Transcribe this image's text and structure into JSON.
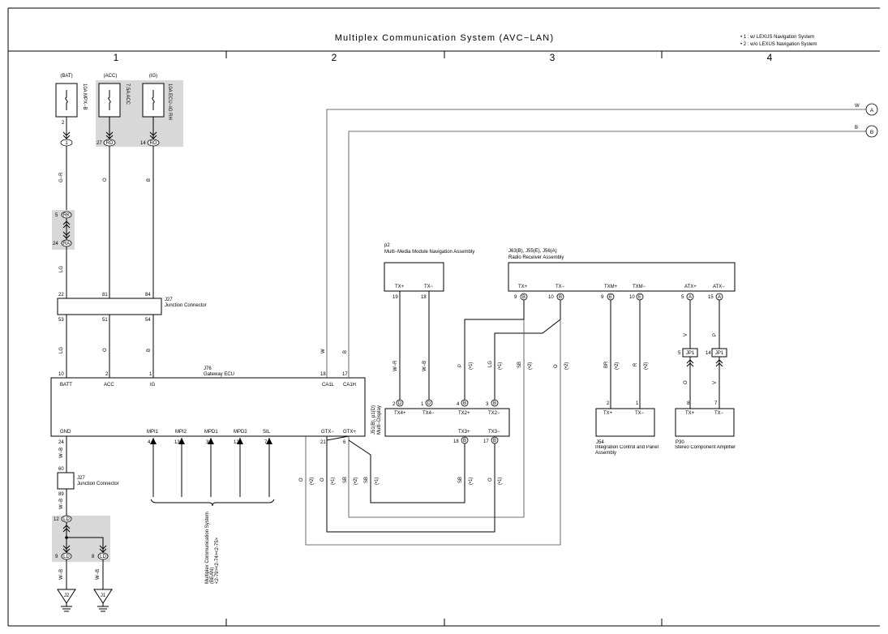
{
  "title": "Multiplex Communication System (AVC−LAN)",
  "notes": [
    "• 1 : w/ LEXUS Navigation System",
    "• 2 : w/o LEXUS Navigation System"
  ],
  "columns": [
    "1",
    "2",
    "3",
    "4"
  ],
  "fuses": [
    {
      "source": "(BAT)",
      "name": "10A MPX−B"
    },
    {
      "source": "(ACC)",
      "name": "7.5A ACC"
    },
    {
      "source": "(IG)",
      "name": "10A ECU−IG RH"
    }
  ],
  "components": {
    "gateway": {
      "id": "J76",
      "name": "Gateway ECU",
      "top_pins": [
        "BATT",
        "ACC",
        "IG",
        "CA1L",
        "CA1H"
      ],
      "top_nums": [
        "10",
        "2",
        "1",
        "18",
        "17"
      ],
      "bottom_pins": [
        "GND",
        "MPI1",
        "MPI2",
        "MPD1",
        "MPD2",
        "SIL",
        "GTX−",
        "GTX+"
      ],
      "bottom_nums": [
        "24",
        "4",
        "13",
        "3",
        "12",
        "7",
        "21",
        "6"
      ]
    },
    "j27a": {
      "id": "J27",
      "name": "Junction Connector"
    },
    "j27b": {
      "id": "J27",
      "name": "Junction Connector"
    },
    "p2": {
      "id": "p2",
      "name": "Multi−Media Module Navigation Assembly",
      "pins": [
        "TX+",
        "TX−"
      ],
      "nums": [
        "19",
        "18"
      ]
    },
    "radio": {
      "id": "J63(B), J55(E), J56(A)",
      "name": "Radio Receiver Assembly",
      "pins": [
        "TX+",
        "TX−",
        "TXM+",
        "TXM−",
        "ATX+",
        "ATX−"
      ],
      "nums": [
        "9",
        "10",
        "9",
        "10",
        "5",
        "15"
      ],
      "conns": [
        "B",
        "B",
        "E",
        "E",
        "A",
        "A"
      ]
    },
    "display": {
      "id": "J51(B), p1(D)",
      "name": "Multi−Display",
      "top_pins": [
        "TX4+",
        "TX4−",
        "TX2+",
        "TX2−"
      ],
      "top_nums": [
        "2",
        "1",
        "4",
        "3"
      ],
      "top_conns": [
        "D",
        "D",
        "B",
        "B"
      ],
      "bottom_pins": [
        "TX3+",
        "TX3−"
      ],
      "bottom_nums": [
        "18",
        "17"
      ],
      "bottom_conns": [
        "B",
        "B"
      ]
    },
    "j54": {
      "id": "J54",
      "name": "Integration Control and Panel Assembly",
      "pins": [
        "TX+",
        "TX−"
      ],
      "nums": [
        "2",
        "1"
      ]
    },
    "p30": {
      "id": "P30",
      "name": "Stereo Component Amplifier",
      "pins": [
        "TX+",
        "TX−"
      ],
      "nums": [
        "8",
        "7"
      ]
    }
  },
  "junction_pins": {
    "j27a_top": [
      "22",
      "81",
      "84"
    ],
    "j27a_bot": [
      "53",
      "51",
      "54"
    ],
    "j27b": [
      "60",
      "89"
    ]
  },
  "connectors": {
    "c1": "1",
    "rd1": "27",
    "rd2": "14",
    "rk": "5",
    "ra": "24",
    "ld1": "12",
    "ld2": "9",
    "ld3": "8",
    "jp1a": "5",
    "jp1b": "14",
    "jp1_num_a": "8",
    "jp1_num_b": "7"
  },
  "conn_labels": {
    "c1": "1",
    "rd": "RD",
    "rk": "RK",
    "ra": "RA",
    "ld": "LD",
    "jp1": "JP1"
  },
  "wire_colors": {
    "gr": "G−R",
    "o": "O",
    "b": "B",
    "lg": "LG",
    "wb": "W−B",
    "w": "W",
    "wr": "W−R",
    "p": "P",
    "sb": "SB",
    "br": "BR",
    "r": "R",
    "v": "V"
  },
  "notes_small": {
    "n1": "(•1)",
    "n2": "(•2)"
  },
  "grounds": [
    "J2",
    "J1"
  ],
  "offsheet": [
    "A",
    "B"
  ],
  "mpx_ref": [
    "Multiplex Communication System",
    "(BEAN)",
    "<2-79><2-74><2-75>"
  ]
}
